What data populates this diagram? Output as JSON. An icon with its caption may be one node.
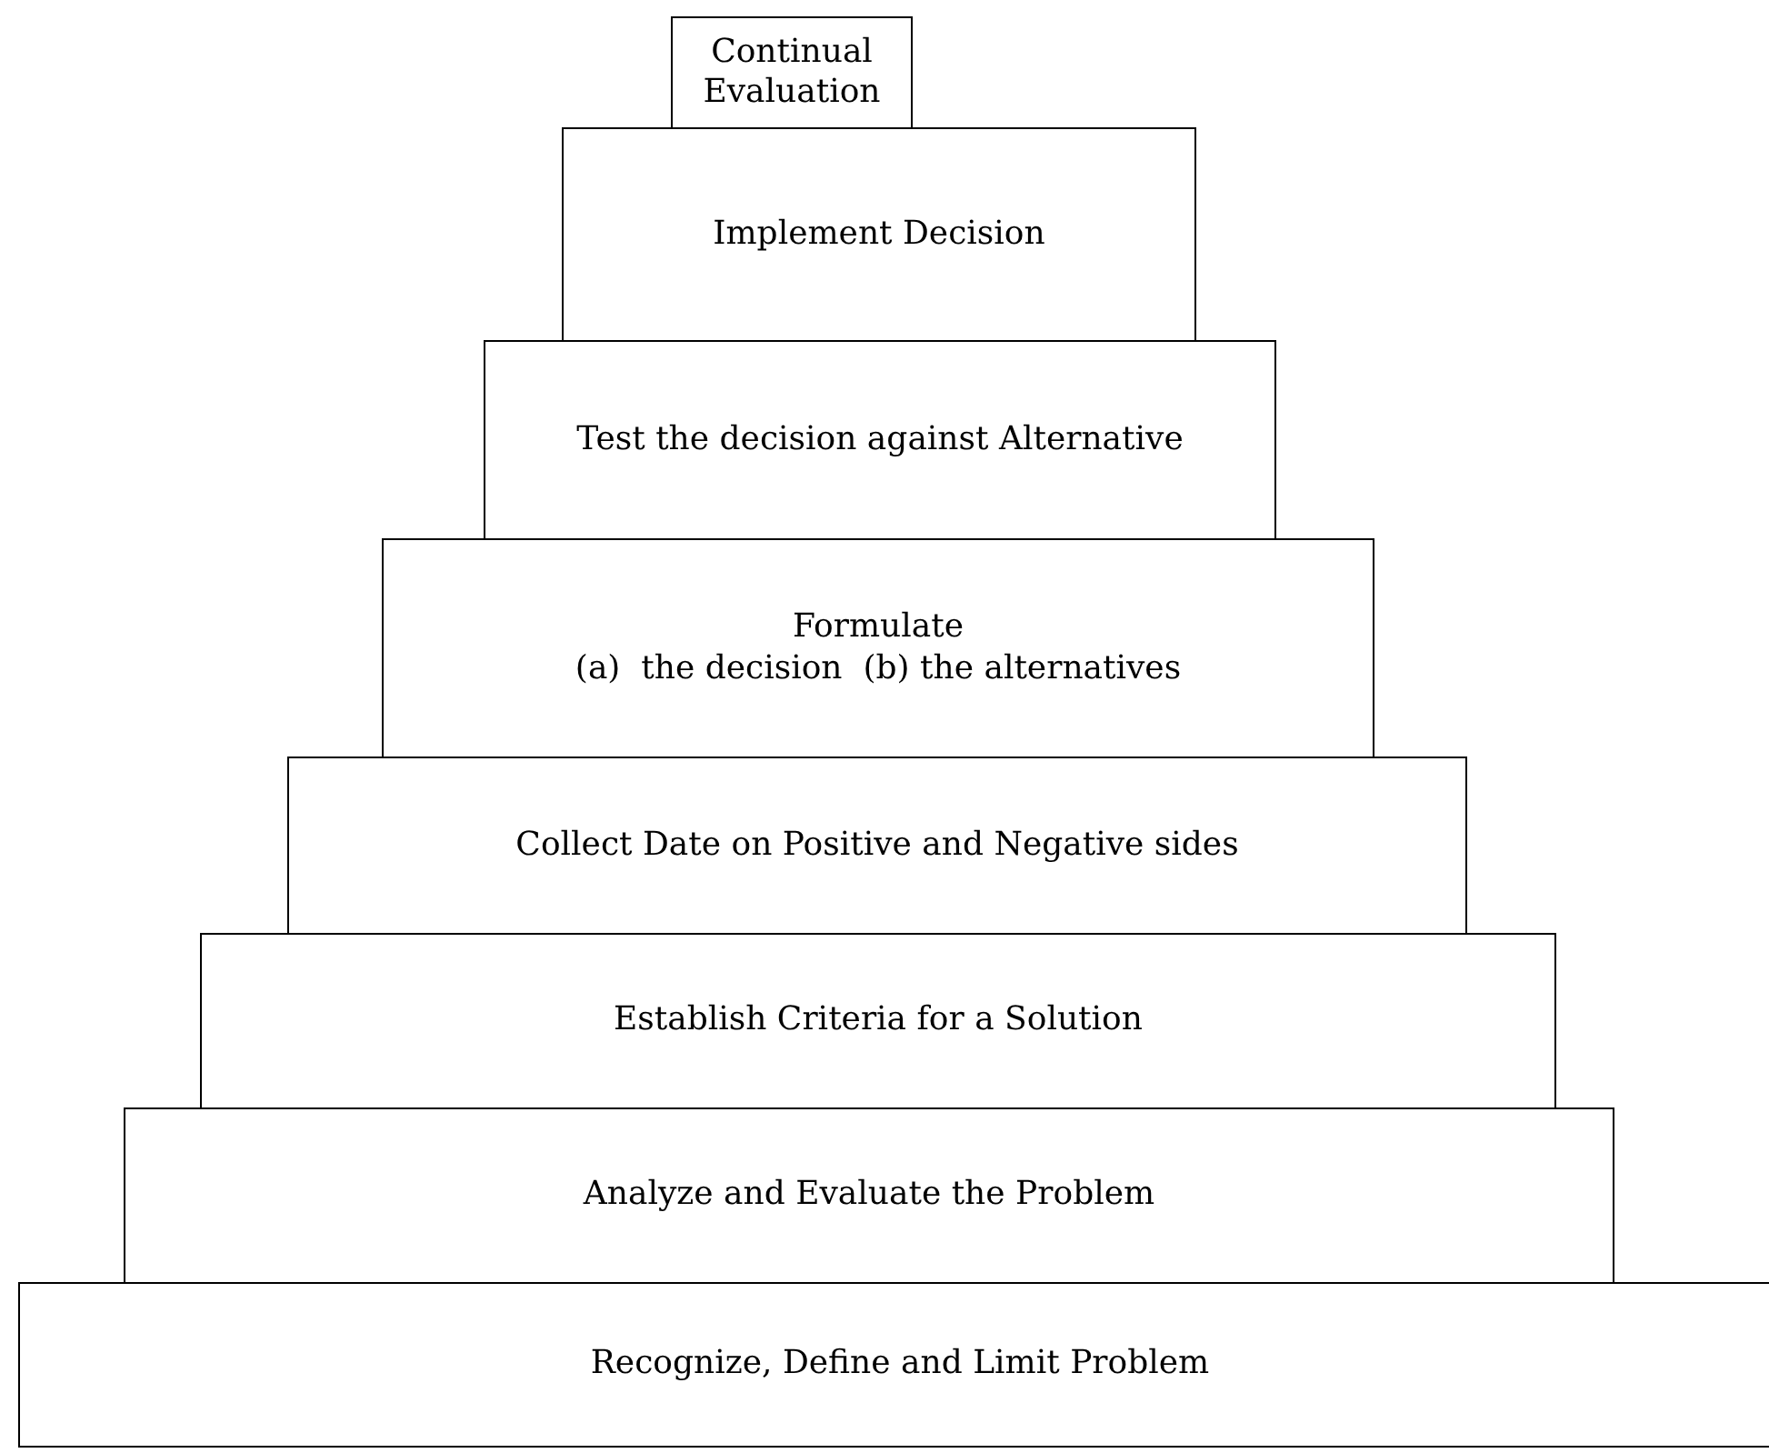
{
  "diagram": {
    "nodes": [
      {
        "text": [
          "Continual Evaluation"
        ]
      },
      {
        "text": [
          "Implement Decision"
        ]
      },
      {
        "text": [
          "Test the decision against Alternative"
        ]
      },
      {
        "text": [
          "Formulate",
          "(a)  the decision  (b) the alternatives"
        ]
      },
      {
        "text": [
          "Collect Date on Positive and Negative sides"
        ]
      },
      {
        "text": [
          "Establish Criteria for a Solution"
        ]
      },
      {
        "text": [
          "Analyze and Evaluate the Problem"
        ]
      },
      {
        "text": [
          "Recognize, Define and Limit Problem"
        ]
      }
    ]
  }
}
